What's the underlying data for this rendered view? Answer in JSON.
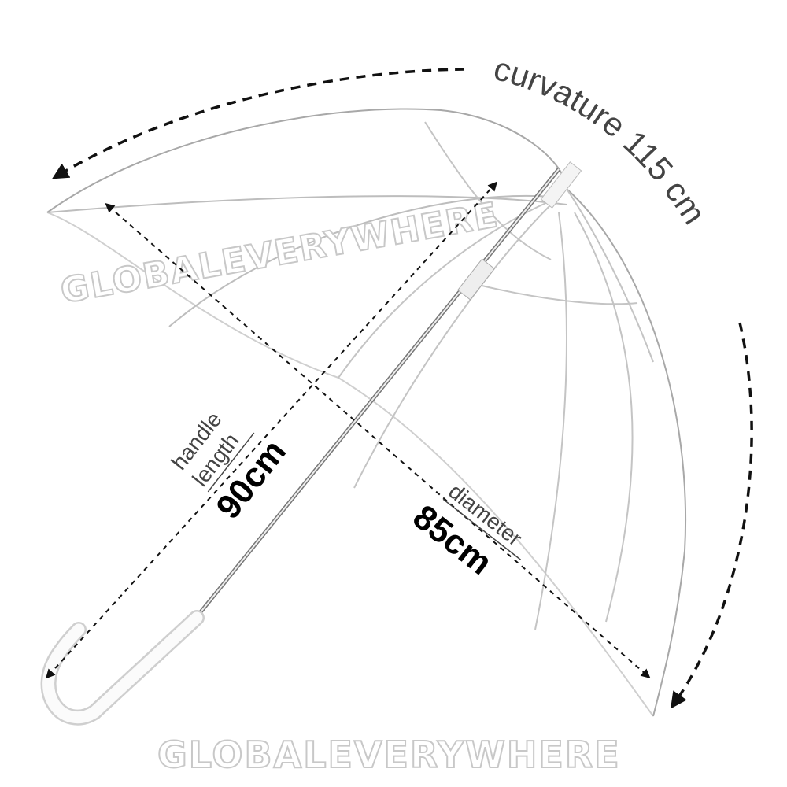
{
  "watermark": "GLOBALEVERYWHERE",
  "labels": {
    "curvature": "curvature 115 cm",
    "handle_length_line1": "handle",
    "handle_length_line2": "length",
    "handle_length_value": "90cm",
    "diameter_label": "diameter",
    "diameter_value": "85cm"
  },
  "colors": {
    "arrow": "#111111",
    "frame": "#b5b5b5",
    "canopy_edge": "#9a9a9a"
  }
}
